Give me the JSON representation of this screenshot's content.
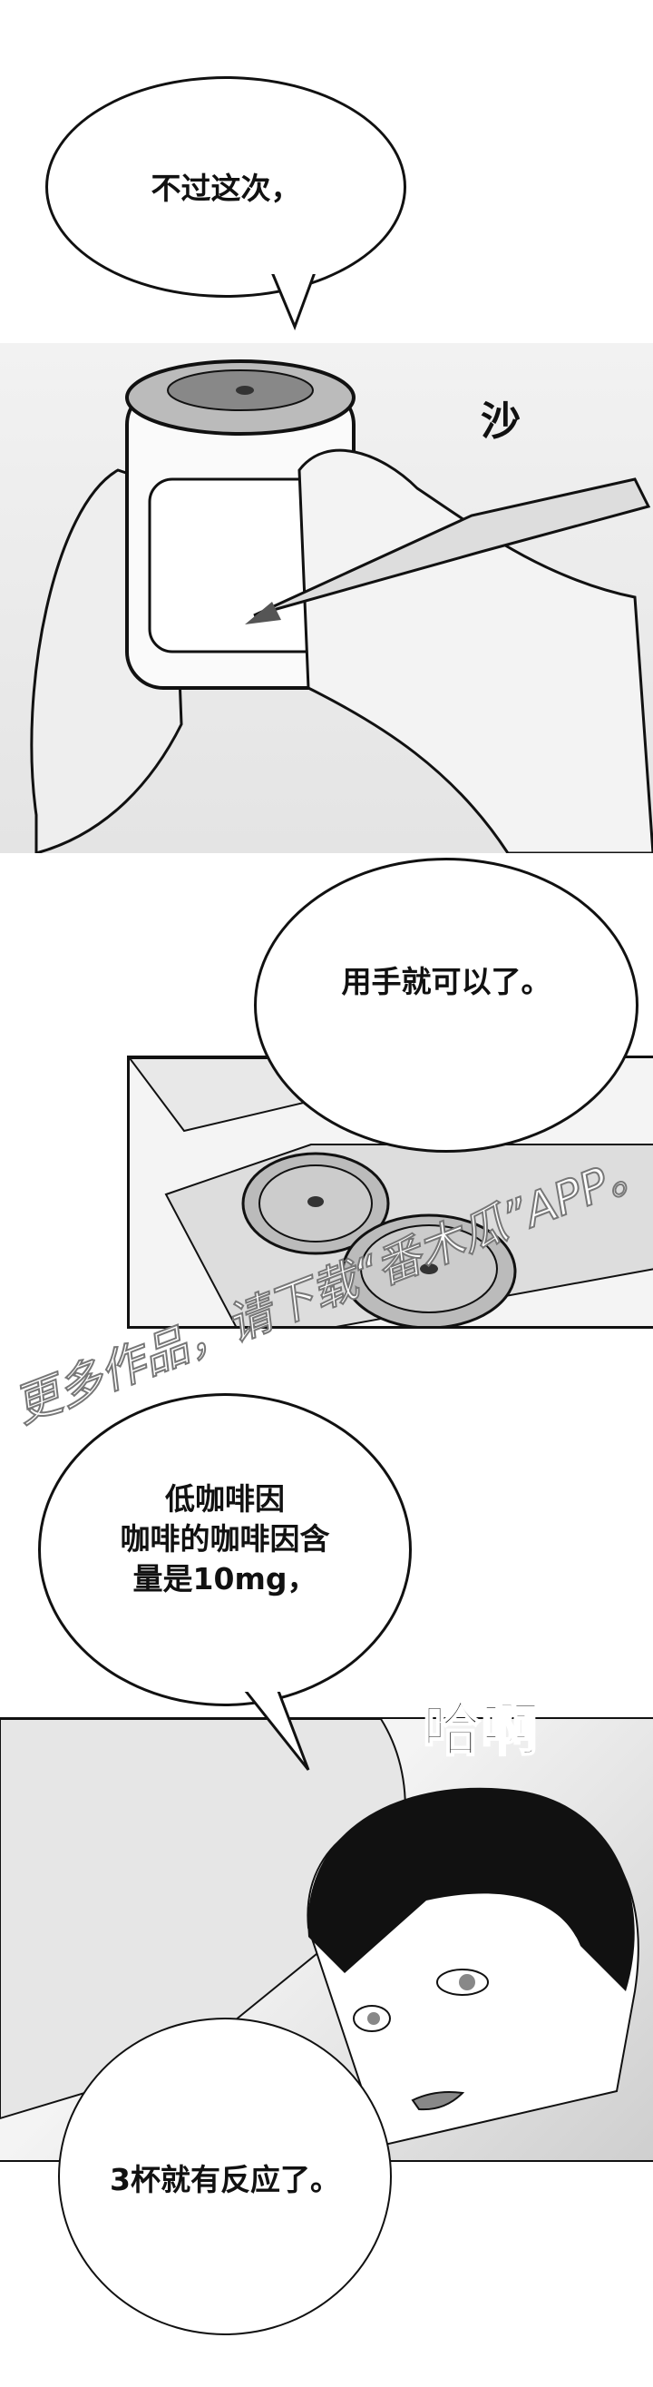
{
  "panels": [
    {
      "id": "jar-writing",
      "sfx": "沙"
    },
    {
      "id": "lids-box"
    },
    {
      "id": "two-men",
      "sfx": "哈啊"
    }
  ],
  "dialogue": {
    "bubble1": "不过这次，",
    "bubble2": "用手就可以了。",
    "bubble3": [
      "低咖啡因",
      "咖啡的咖啡因含",
      "量是10mg，"
    ],
    "bubble4": "3杯就有反应了。"
  },
  "watermark": "更多作品，请下载“番木瓜”APP。",
  "colors": {
    "ink": "#111111",
    "screentone": "#d8d8d8"
  }
}
